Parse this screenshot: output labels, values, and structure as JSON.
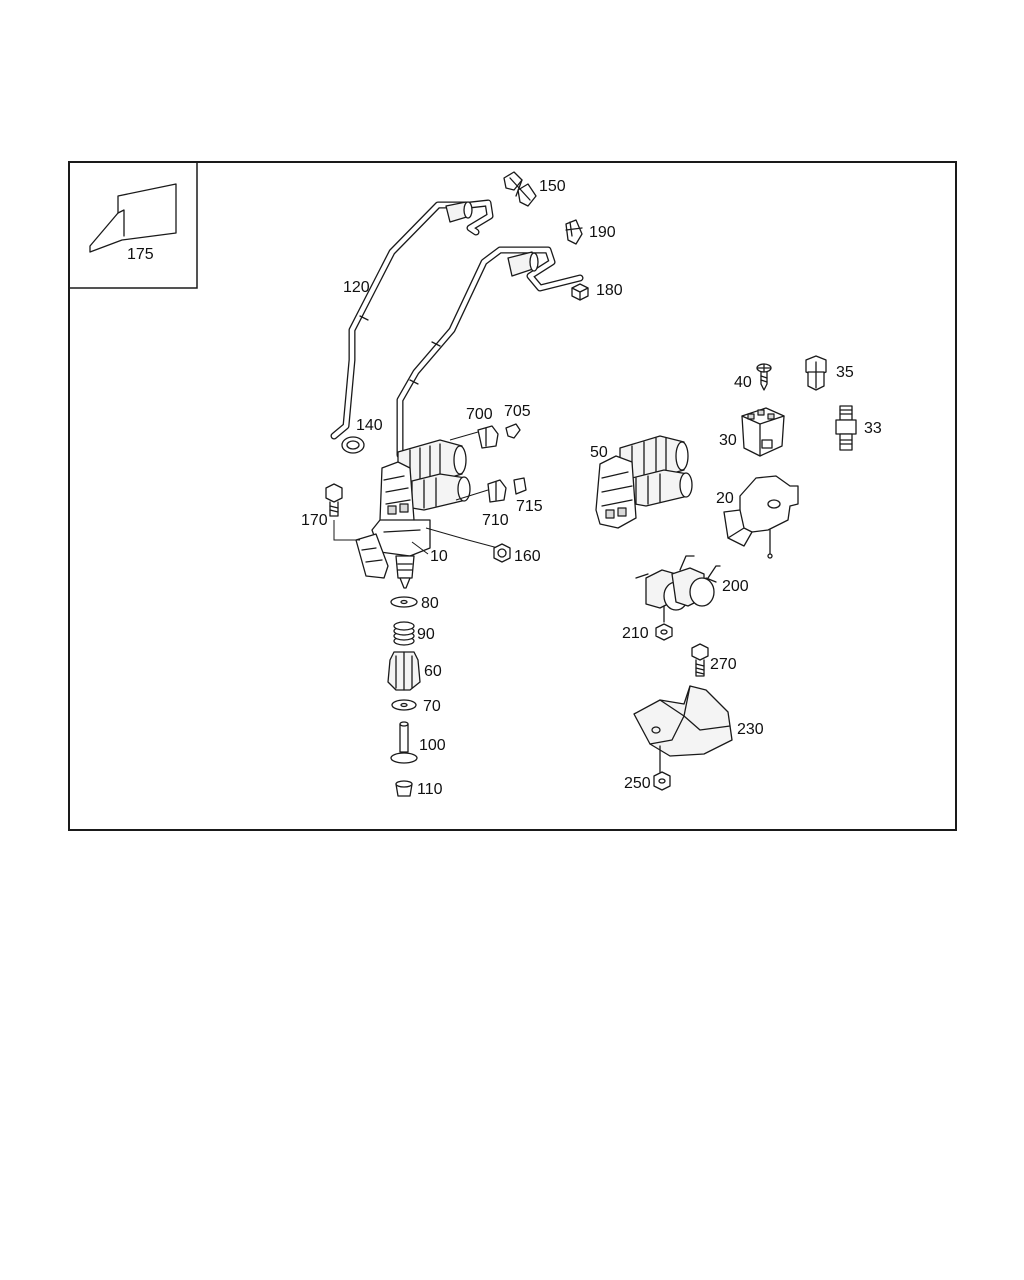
{
  "diagram": {
    "inset_label": "175",
    "callouts": {
      "p10": "10",
      "p20": "20",
      "p30": "30",
      "p33": "33",
      "p35": "35",
      "p40": "40",
      "p50": "50",
      "p60": "60",
      "p70": "70",
      "p80": "80",
      "p90": "90",
      "p100": "100",
      "p110": "110",
      "p120": "120",
      "p140": "140",
      "p150": "150",
      "p160": "160",
      "p170": "170",
      "p180": "180",
      "p190": "190",
      "p200": "200",
      "p210": "210",
      "p230": "230",
      "p250": "250",
      "p270": "270",
      "p700": "700",
      "p705": "705",
      "p710": "710",
      "p715": "715"
    }
  }
}
